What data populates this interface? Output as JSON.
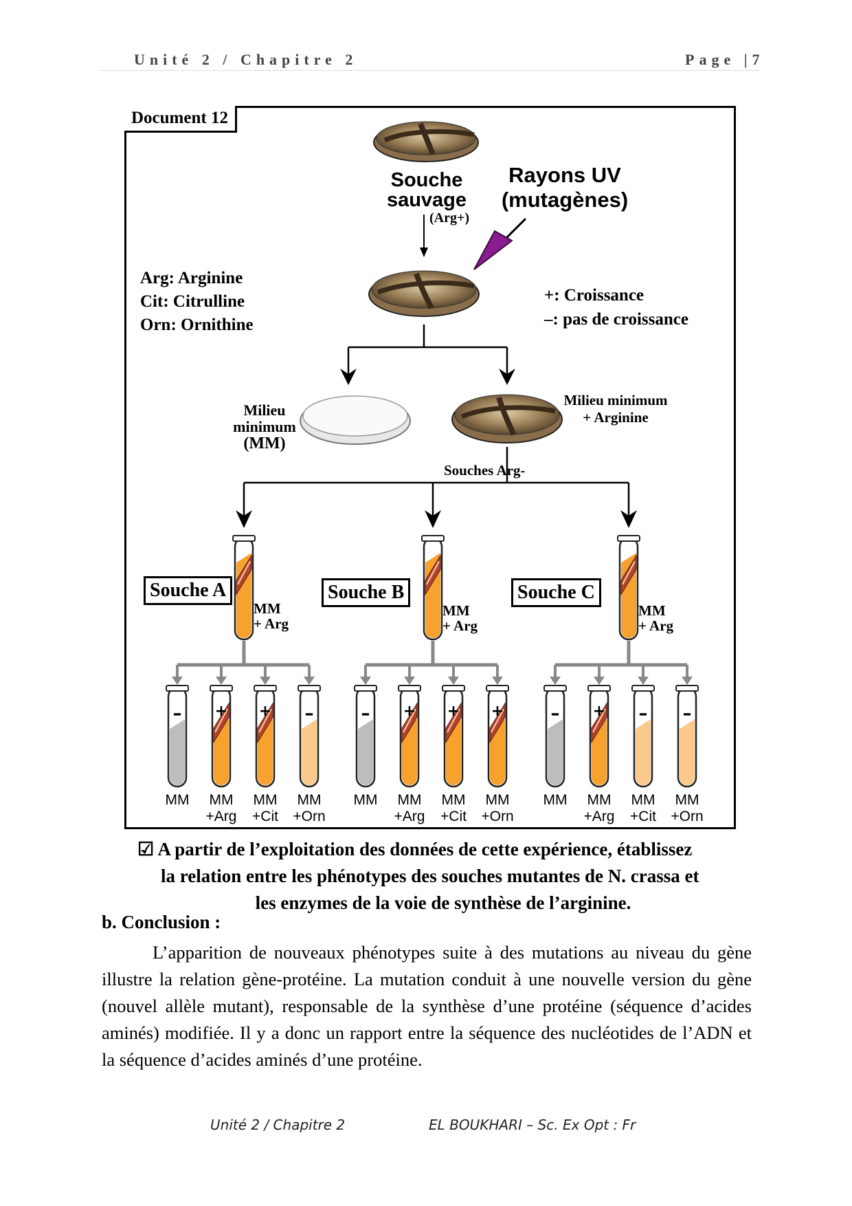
{
  "header": {
    "left": "Unité 2 / Chapitre 2",
    "right": "Page |7"
  },
  "document": {
    "title": "Document 12",
    "wild_strain": [
      "Souche",
      "sauvage"
    ],
    "arg_plus": "(Arg+)",
    "uv": [
      "Rayons UV",
      "(mutagènes)"
    ],
    "legend_abbrev": [
      "Arg: Arginine",
      "Cit: Citrulline",
      "Orn: Ornithine"
    ],
    "legend_growth": [
      "+: Croissance",
      "–: pas de croissance"
    ],
    "minimal_medium": [
      "Milieu",
      "minimum",
      "(MM)"
    ],
    "minimal_arg": [
      "Milieu minimum",
      "+ Arginine"
    ],
    "arg_minus_strains": "Souches Arg-",
    "mm_arg": [
      "MM",
      "+ Arg"
    ],
    "strains": [
      {
        "name": "Souche A",
        "results": [
          "-",
          "+",
          "+",
          "-"
        ]
      },
      {
        "name": "Souche B",
        "results": [
          "-",
          "+",
          "+",
          "+"
        ]
      },
      {
        "name": "Souche C",
        "results": [
          "-",
          "+",
          "-",
          "-"
        ]
      }
    ],
    "media_labels": [
      [
        "MM",
        ""
      ],
      [
        "MM",
        "+Arg"
      ],
      [
        "MM",
        "+Cit"
      ],
      [
        "MM",
        "+Orn"
      ]
    ],
    "colors": {
      "orange": "#F7A12E",
      "light_orange": "#FBC98C",
      "grey": "#BDBDBD",
      "purple": "#8B1C8F",
      "growth": "#B5432A"
    }
  },
  "question": [
    "☑ A partir de l’exploitation des données de cette expérience, établissez",
    "la relation entre les phénotypes des souches mutantes de N. crassa et",
    "les enzymes de la voie de synthèse de l’arginine."
  ],
  "conclusion": {
    "title": "b. Conclusion :",
    "text": "L’apparition de nouveaux phénotypes suite à des mutations au niveau du gène illustre la relation gène-protéine. La mutation conduit à une nouvelle version du gène (nouvel allèle mutant), responsable de la synthèse d’une protéine (séquence d’acides aminés) modifiée. Il y a donc un rapport entre la séquence des nucléotides de l’ADN et la séquence d’acides aminés d’une protéine."
  },
  "footer": {
    "left": "Unité 2 / Chapitre 2",
    "right": "EL BOUKHARI – Sc. Ex Opt : Fr"
  }
}
